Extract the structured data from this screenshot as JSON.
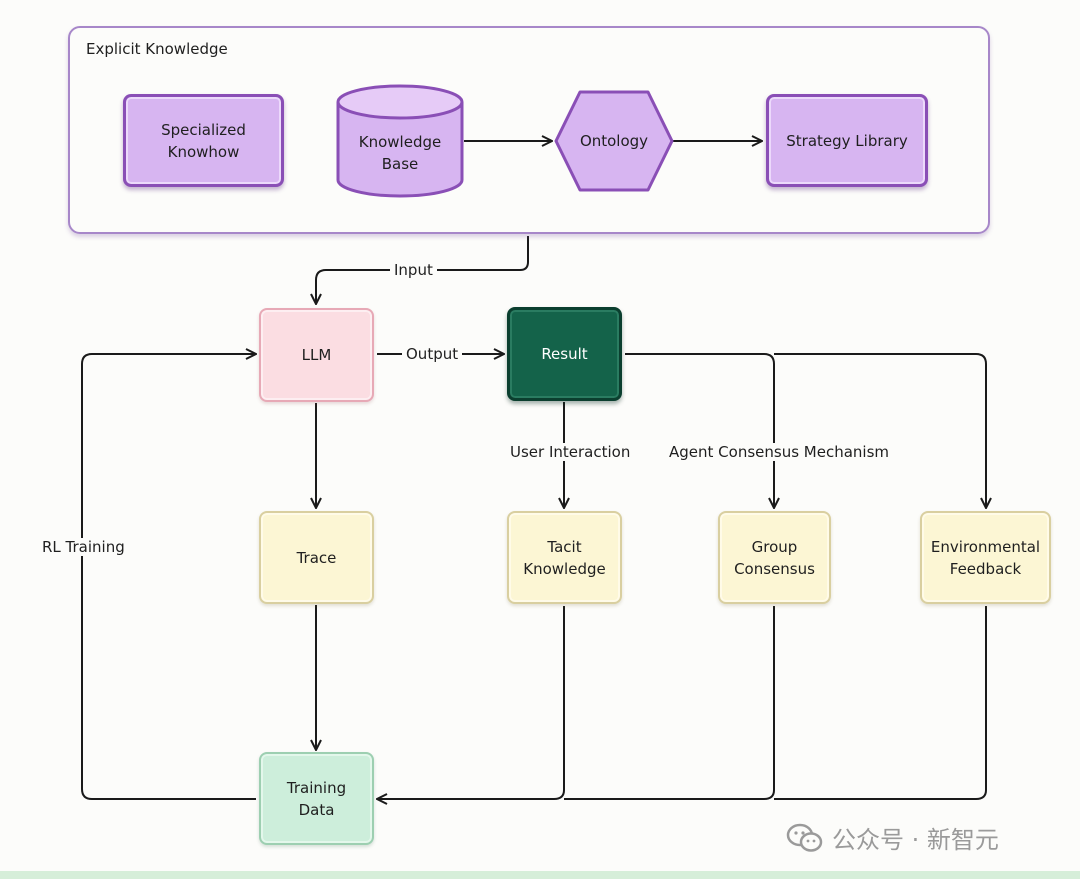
{
  "group": {
    "title": "Explicit Knowledge"
  },
  "nodes": {
    "specialized": "Specialized\nKnowhow",
    "knowledge_base": "Knowledge\nBase",
    "ontology": "Ontology",
    "strategy": "Strategy Library",
    "llm": "LLM",
    "result": "Result",
    "trace": "Trace",
    "tacit": "Tacit\nKnowledge",
    "group_consensus": "Group\nConsensus",
    "environmental": "Environmental\nFeedback",
    "training_data": "Training\nData"
  },
  "edge_labels": {
    "input": "Input",
    "output": "Output",
    "user_interaction": "User Interaction",
    "agent_consensus": "Agent Consensus Mechanism",
    "rl_training": "RL Training"
  },
  "watermark": {
    "text": "公众号 · 新智元"
  },
  "colors": {
    "purple": "#d7b5f1",
    "pink": "#fbdde2",
    "dark_green": "#14634a",
    "yellow": "#fcf6d4",
    "mint": "#cdeedb"
  }
}
